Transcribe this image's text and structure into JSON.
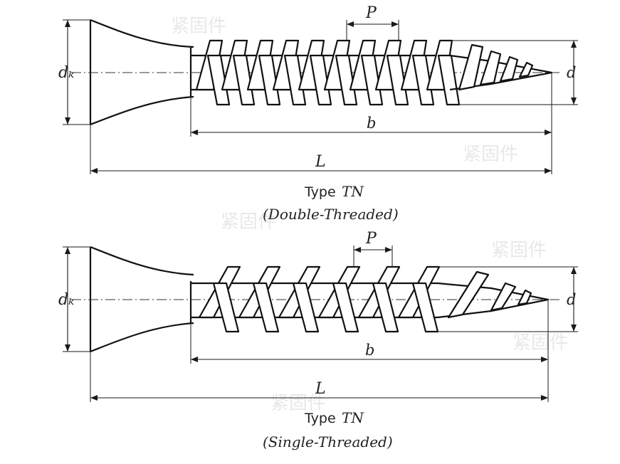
{
  "top": {
    "label_dk": "dₖ",
    "label_d": "d",
    "label_P": "P",
    "label_b": "b",
    "label_L": "L",
    "caption_type": "Type",
    "caption_code": "TN",
    "caption_variant": "(Double-Threaded)"
  },
  "bottom": {
    "label_dk": "dₖ",
    "label_d": "d",
    "label_P": "P",
    "label_b": "b",
    "label_L": "L",
    "caption_type": "Type",
    "caption_code": "TN",
    "caption_variant": "(Single-Threaded)"
  },
  "watermark": "紧固件"
}
